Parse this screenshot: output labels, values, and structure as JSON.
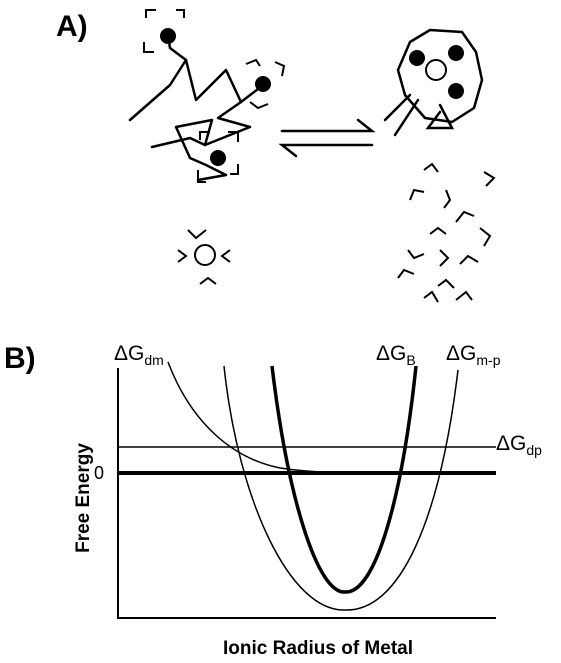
{
  "panel_a": {
    "label": "A)"
  },
  "panel_b": {
    "label": "B)",
    "ylabel": "Free Energy",
    "xlabel": "Ionic Radius of Metal",
    "zero_label": "0",
    "curves": [
      {
        "base": "ΔG",
        "sub": "dm",
        "style": "thin"
      },
      {
        "base": "ΔG",
        "sub": "B",
        "style": "bold"
      },
      {
        "base": "ΔG",
        "sub": "m-p",
        "style": "thin"
      },
      {
        "base": "ΔG",
        "sub": "dp",
        "style": "thin"
      }
    ]
  }
}
